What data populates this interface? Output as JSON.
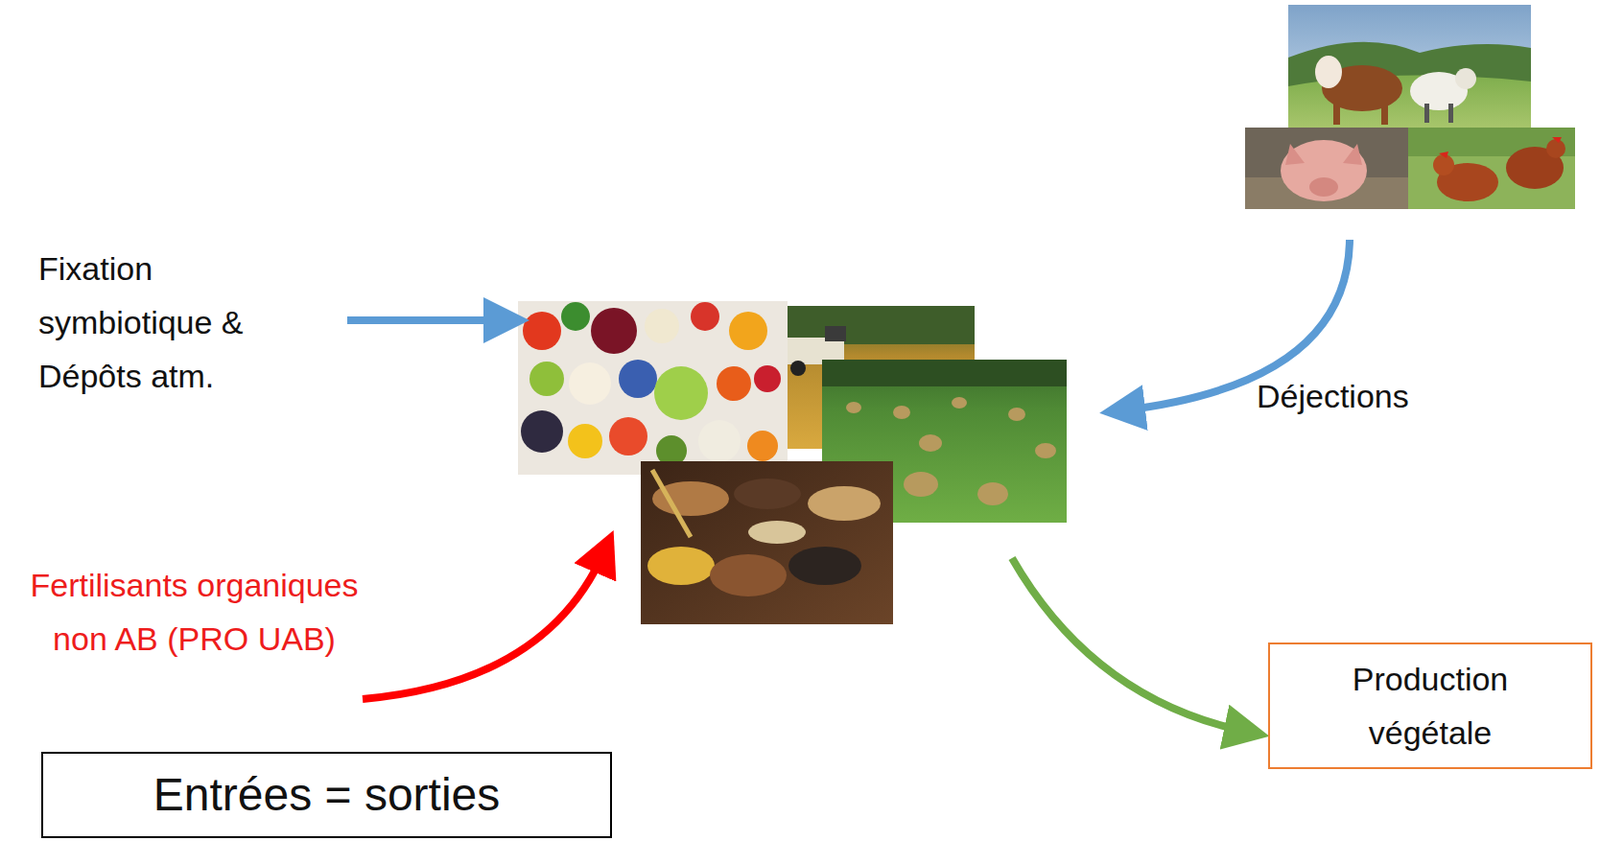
{
  "diagram": {
    "nodes": [
      {
        "text": [
          "Production végétale"
        ]
      },
      {
        "text": [
          "Entrées = sorties"
        ]
      }
    ],
    "labels": [
      "Fixation symbiotique & Dépôts atm.",
      "Déjections",
      "Fertilisants organiques non AB (PRO UAB)"
    ]
  }
}
